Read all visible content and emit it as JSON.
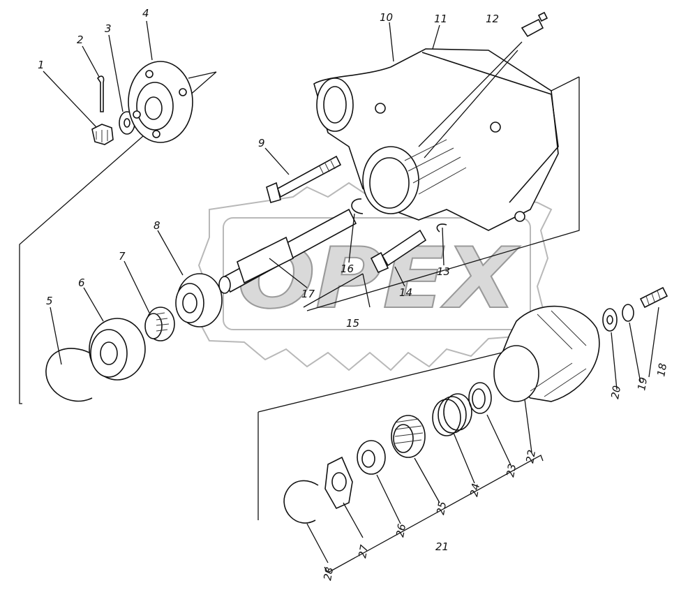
{
  "watermark": {
    "text": "OPEX"
  },
  "labels": {
    "l1": "1",
    "l2": "2",
    "l3": "3",
    "l4": "4",
    "l5": "5",
    "l6": "6",
    "l7": "7",
    "l8": "8",
    "l9": "9",
    "l10": "10",
    "l11": "11",
    "l12": "12",
    "l13": "13",
    "l14": "14",
    "l15": "15",
    "l16": "16",
    "l17": "17",
    "l18": "18",
    "l19": "19",
    "l20": "20",
    "l21": "21",
    "l22": "22",
    "l23": "23",
    "l24": "24",
    "l25": "25",
    "l26": "26",
    "l27": "27",
    "l28": "28"
  }
}
